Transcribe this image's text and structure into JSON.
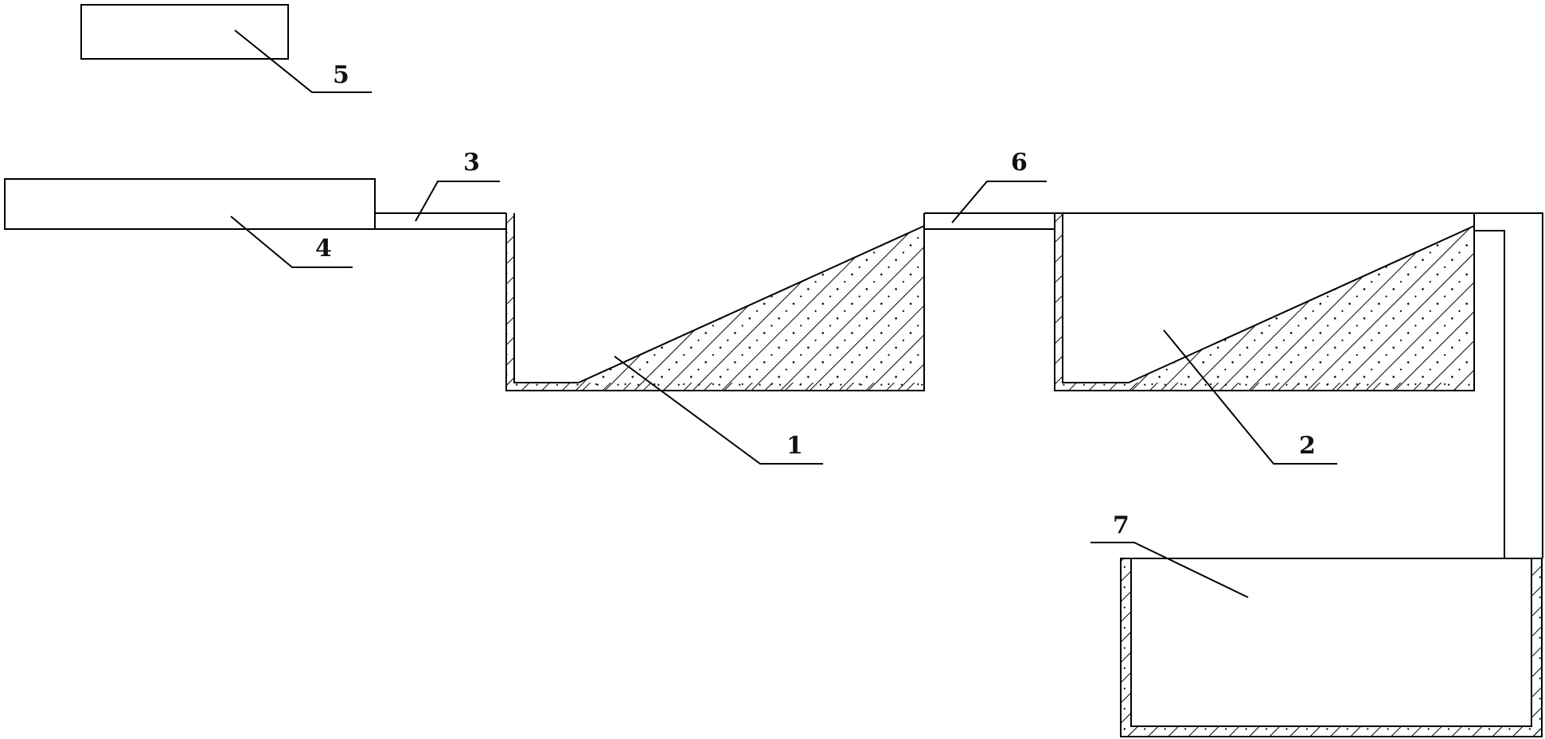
{
  "labels": {
    "basin_1": "1",
    "basin_2": "2",
    "pipe_3": "3",
    "device_4": "4",
    "device_5": "5",
    "pipe_6": "6",
    "tank_7": "7"
  },
  "colors": {
    "line": "#000000",
    "background": "#ffffff"
  }
}
